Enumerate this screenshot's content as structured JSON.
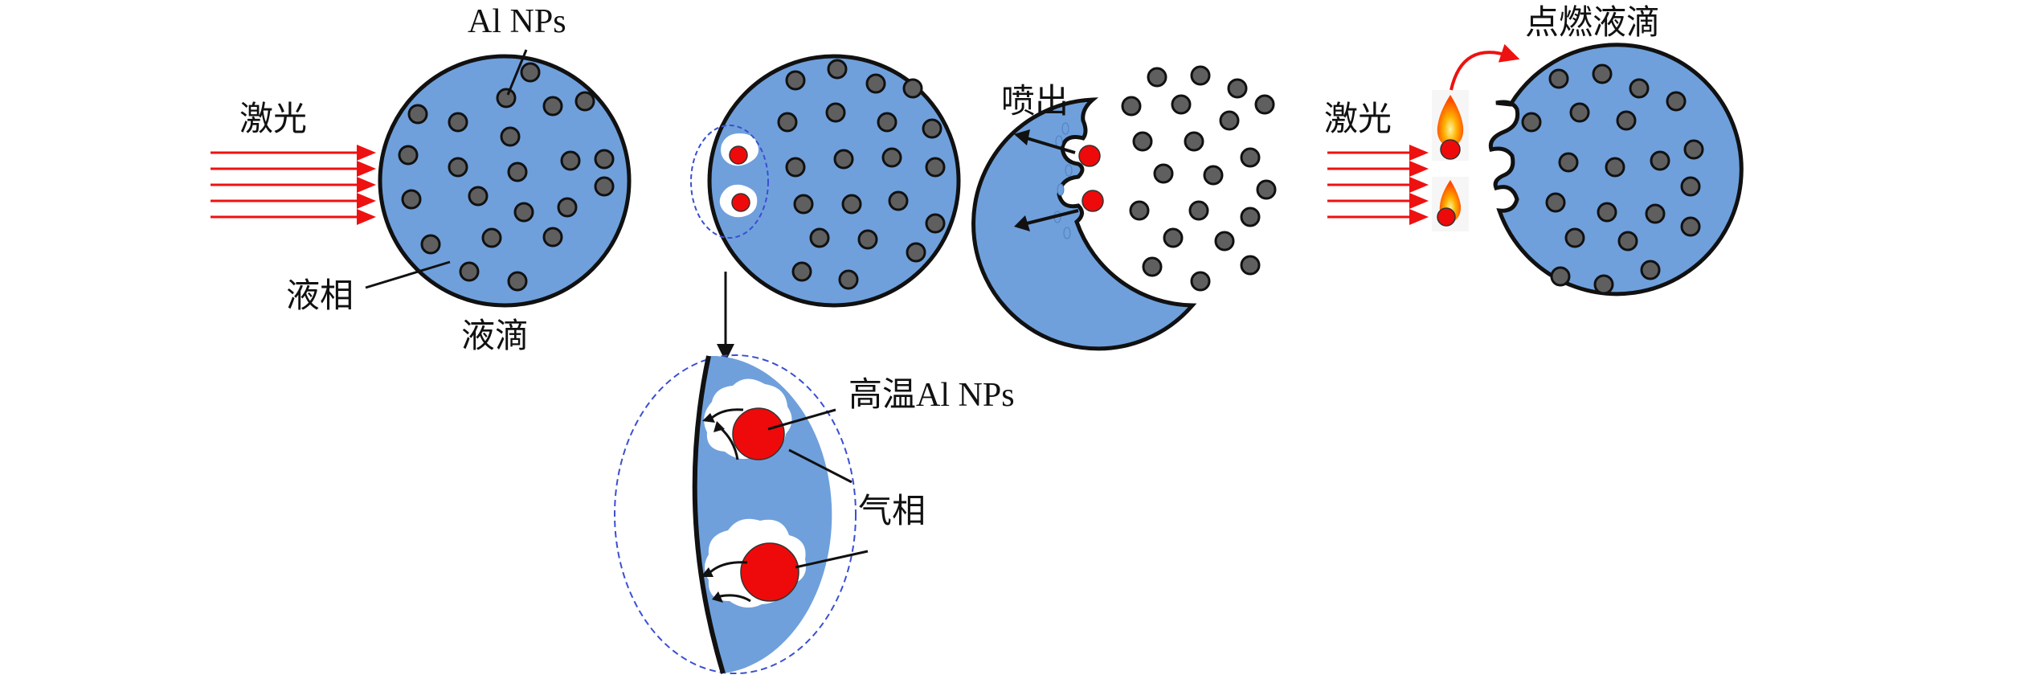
{
  "labels": {
    "al_nps": "Al NPs",
    "laser_left": "激光",
    "liquid_phase": "液相",
    "droplet": "液滴",
    "eject": "喷出",
    "laser_right": "激光",
    "ignite_droplet": "点燃液滴",
    "hot_al_nps": "高温Al NPs",
    "gas_phase": "气相"
  },
  "colors": {
    "droplet_fill": "#6fa0dc",
    "nanoparticle_fill": "#5f5f5f",
    "laser": "#ee1111",
    "hot_particle": "#ee0a0a",
    "gas_bubble": "#ffffff",
    "zoom_outline": "#3a4fd0"
  },
  "stages": [
    {
      "name": "laser-irradiation"
    },
    {
      "name": "bubble-formation"
    },
    {
      "name": "particle-ejection"
    },
    {
      "name": "droplet-ignition"
    }
  ]
}
